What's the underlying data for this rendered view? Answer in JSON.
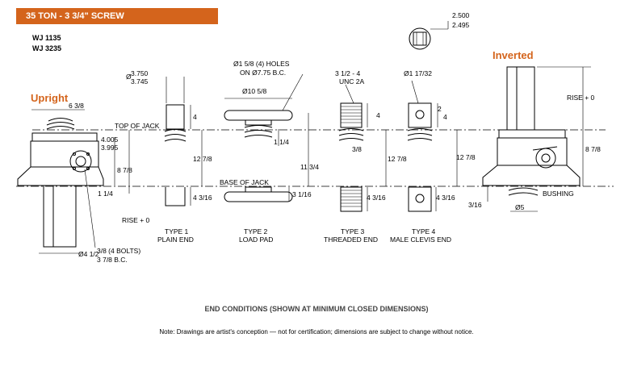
{
  "header": {
    "title": "35 TON - 3 3/4\" SCREW",
    "models": [
      "WJ 1135",
      "WJ 3235"
    ]
  },
  "sections": {
    "upright": "Upright",
    "inverted": "Inverted"
  },
  "reference_lines": {
    "top": "TOP OF JACK",
    "base": "BASE OF JACK"
  },
  "upright": {
    "d_6_38": "6 3/8",
    "d_4005": "4.005",
    "d_3995": "3.995",
    "d_8_78": "8 7/8",
    "d_1_14": "1 1/4",
    "rise": "RISE + 0",
    "d_4_12": "Ø4 1/2",
    "bolts": "3/8 (4 BOLTS)",
    "bc": "3 7/8 B.C.",
    "d_12_78": "12 7/8"
  },
  "type1": {
    "dia_a": "3.750",
    "dia_b": "3.745",
    "dia_sym": "Ø",
    "d_4": "4",
    "d_4_316": "4 3/16",
    "label1": "TYPE 1",
    "label2": "PLAIN END"
  },
  "type2": {
    "holes": "Ø1 5/8 (4) HOLES",
    "on": "ON Ø7.75 B.C.",
    "dia": "Ø10 5/8",
    "d_1_14": "1 1/4",
    "d_3_116": "3 1/16",
    "d_11_34": "11 3/4",
    "label1": "TYPE 2",
    "label2": "LOAD PAD"
  },
  "type3": {
    "thread_a": "3 1/2 - 4",
    "thread_b": "UNC 2A",
    "d_4": "4",
    "d_4_316": "4 3/16",
    "d_3_8": "3/8",
    "d_12_78": "12 7/8",
    "label1": "TYPE 3",
    "label2": "THREADED END"
  },
  "type4": {
    "hole": "Ø1 17/32",
    "d_2": "2",
    "d_4": "4",
    "d_4_316": "4 3/16",
    "d_12_78": "12 7/8",
    "label1": "TYPE 4",
    "label2": "MALE CLEVIS END"
  },
  "shaft": {
    "a": "2.500",
    "b": "2.495"
  },
  "inverted": {
    "rise": "RISE + 0",
    "d_8_78": "8 7/8",
    "bushing": "BUSHING",
    "d_3_16": "3/16",
    "d_5": "Ø5"
  },
  "caption": "END CONDITIONS (SHOWN AT MINIMUM CLOSED DIMENSIONS)",
  "note": "Note: Drawings are artist's conception — not for certification; dimensions are subject to change without notice."
}
